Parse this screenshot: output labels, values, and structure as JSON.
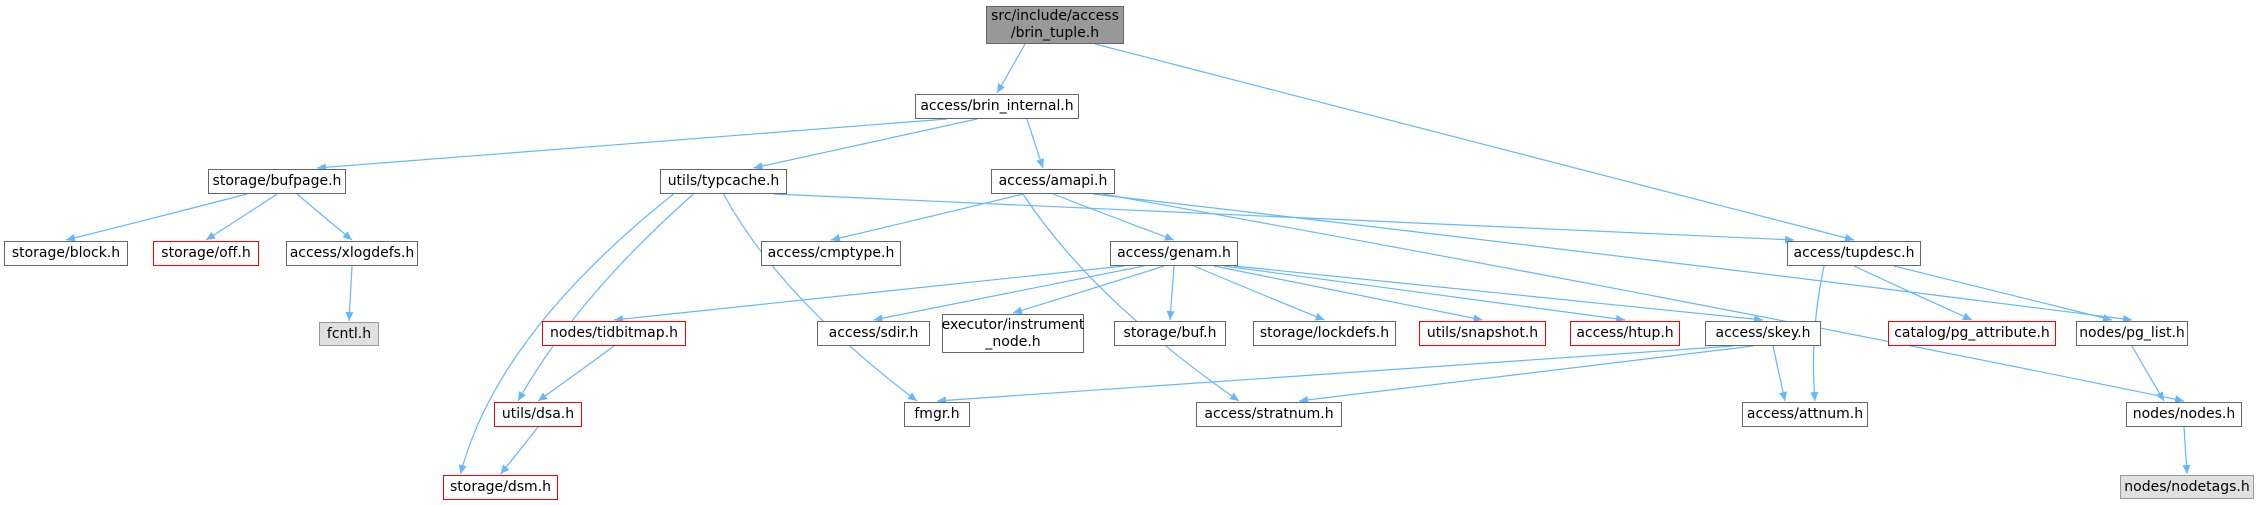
{
  "colors": {
    "edge": "#63b8ff",
    "border": "#666666",
    "red_border": "#ff0000",
    "root_fill": "#999999",
    "leaf_fill": "#e0e0e0"
  },
  "nodes": {
    "root": "src/include/access\n/brin_tuple.h",
    "brin_internal": "access/brin_internal.h",
    "bufpage": "storage/bufpage.h",
    "typcache": "utils/typcache.h",
    "amapi": "access/amapi.h",
    "block": "storage/block.h",
    "off": "storage/off.h",
    "xlogdefs": "access/xlogdefs.h",
    "fcntl": "fcntl.h",
    "cmptype": "access/cmptype.h",
    "genam": "access/genam.h",
    "tupdesc": "access/tupdesc.h",
    "tidbitmap": "nodes/tidbitmap.h",
    "sdir": "access/sdir.h",
    "instrument": "executor/instrument\n_node.h",
    "buf": "storage/buf.h",
    "lockdefs": "storage/lockdefs.h",
    "snapshot": "utils/snapshot.h",
    "htup": "access/htup.h",
    "skey": "access/skey.h",
    "pg_attribute": "catalog/pg_attribute.h",
    "pg_list": "nodes/pg_list.h",
    "dsa": "utils/dsa.h",
    "fmgr": "fmgr.h",
    "stratnum": "access/stratnum.h",
    "attnum": "access/attnum.h",
    "nodes": "nodes/nodes.h",
    "dsm": "storage/dsm.h",
    "nodetags": "nodes/nodetags.h"
  }
}
